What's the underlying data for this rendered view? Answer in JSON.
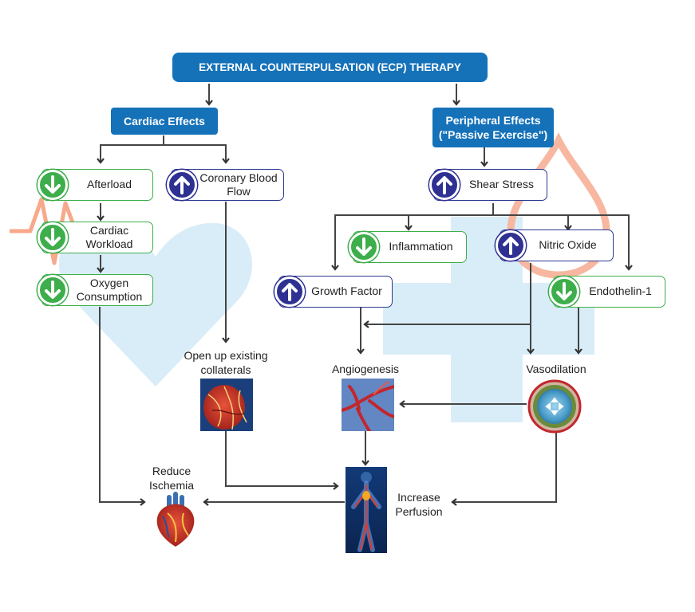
{
  "title": "EXTERNAL COUNTERPULSATION (ECP) THERAPY",
  "cardiac_effects": "Cardiac Effects",
  "peripheral_effects": {
    "line1": "Peripheral Effects",
    "line2": "(\"Passive Exercise\")"
  },
  "cardiac_items": {
    "afterload": "Afterload",
    "cardiac_workload": {
      "line1": "Cardiac",
      "line2": "Workload"
    },
    "oxygen_consumption": {
      "line1": "Oxygen",
      "line2": "Consumption"
    },
    "coronary_blood_flow": {
      "line1": "Coronary Blood",
      "line2": "Flow"
    }
  },
  "peripheral_items": {
    "shear_stress": "Shear Stress",
    "inflammation": "Inflammation",
    "nitric_oxide": "Nitric Oxide",
    "growth_factor": "Growth Factor",
    "endothelin": "Endothelin-1"
  },
  "outcomes": {
    "open_collaterals": {
      "line1": "Open up existing",
      "line2": "collaterals"
    },
    "angiogenesis": "Angiogenesis",
    "vasodilation": "Vasodilation",
    "reduce_ischemia": {
      "line1": "Reduce",
      "line2": "Ischemia"
    },
    "increase_perfusion": {
      "line1": "Increase",
      "line2": "Perfusion"
    }
  },
  "colors": {
    "header_blue": "#1572b9",
    "decrease_green": "#3dae4b",
    "increase_navy": "#2e3192",
    "background_blue": "#d6ecf8",
    "background_red": "#f6a58a",
    "connector": "#444444"
  }
}
